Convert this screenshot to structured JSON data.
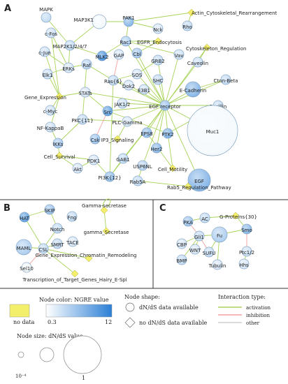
{
  "panels": {
    "a": {
      "letter": "A",
      "nodes": [
        {
          "id": "mapk",
          "label": "MAPK",
          "shade": 0.3,
          "r": "s"
        },
        {
          "id": "map3k1",
          "label": "MAP3K1",
          "shade": 0.05,
          "r": "l"
        },
        {
          "id": "pak1",
          "label": "PAK1",
          "shade": 0.6,
          "r": "s"
        },
        {
          "id": "actin",
          "label": "Actin_Cytoskeletal_Rearrangement",
          "pathway": true
        },
        {
          "id": "cfos",
          "label": "c-Fos",
          "shade": 0.25,
          "r": "s"
        },
        {
          "id": "nck",
          "label": "Nck",
          "shade": 0.2,
          "r": "s"
        },
        {
          "id": "rho",
          "label": "Rho",
          "shade": 0.3,
          "r": "s"
        },
        {
          "id": "rac1",
          "label": "Rac1",
          "shade": 0.4,
          "r": "s"
        },
        {
          "id": "egfrendo",
          "label": "EGFR_Endocytosis",
          "pathway": true
        },
        {
          "id": "cjun",
          "label": "c-Jun",
          "shade": 0.25,
          "r": "s"
        },
        {
          "id": "map2k",
          "label": "MAP2K1/2/4/7",
          "shade": 0.3,
          "r": "s"
        },
        {
          "id": "mlk2",
          "label": "MLK2",
          "shade": 0.9,
          "r": "s"
        },
        {
          "id": "gap",
          "label": "GAP",
          "shade": 0.2,
          "r": "s"
        },
        {
          "id": "cbl",
          "label": "Cbl",
          "shade": 0.45,
          "r": "s"
        },
        {
          "id": "vav",
          "label": "Vav",
          "shade": 0.25,
          "r": "s"
        },
        {
          "id": "cytoreg",
          "label": "Cytoskeleton_Regulation",
          "pathway": true
        },
        {
          "id": "raf",
          "label": "Raf",
          "shade": 0.35,
          "r": "s"
        },
        {
          "id": "grb2",
          "label": "GRB2",
          "shade": 0.3,
          "r": "s"
        },
        {
          "id": "caveolin",
          "label": "Caveolin",
          "shade": 0.25,
          "r": "s"
        },
        {
          "id": "elk1",
          "label": "Elk1",
          "shade": 0.25,
          "r": "s"
        },
        {
          "id": "erks",
          "label": "ERKs",
          "shade": 0.2,
          "r": "s"
        },
        {
          "id": "sos",
          "label": "SOS",
          "shade": 0.2,
          "r": "s"
        },
        {
          "id": "ras",
          "label": "Ras{6}",
          "shade": 0.3,
          "r": "s"
        },
        {
          "id": "dok2",
          "label": "Dok2",
          "shade": 0.2,
          "r": "s"
        },
        {
          "id": "shc",
          "label": "SHC",
          "shade": 0.3,
          "r": "s"
        },
        {
          "id": "ctnnbeta",
          "label": "Ctnn-Beta",
          "shade": 0.3,
          "r": "s"
        },
        {
          "id": "geneexp",
          "label": "Gene_Expression",
          "pathway": true
        },
        {
          "id": "stats",
          "label": "STATs",
          "shade": 0.2,
          "r": "s"
        },
        {
          "id": "e3b1",
          "label": "E3B1",
          "shade": 0.25,
          "r": "s"
        },
        {
          "id": "ecad",
          "label": "E-Cadherin",
          "shade": 0.6,
          "r": "m"
        },
        {
          "id": "cmyc",
          "label": "c-Myc",
          "shade": 0.25,
          "r": "s"
        },
        {
          "id": "jak12",
          "label": "JAK1/2",
          "shade": 0.25,
          "r": "s"
        },
        {
          "id": "egfr",
          "label": "EGF receptor",
          "shade": 0.5,
          "r": "s"
        },
        {
          "id": "paxillin",
          "label": "Paxillin",
          "shade": 0.3,
          "r": "s"
        },
        {
          "id": "pkc",
          "label": "PKC{11}",
          "shade": 0.3,
          "r": "s"
        },
        {
          "id": "src",
          "label": "Src",
          "shade": 0.8,
          "r": "s"
        },
        {
          "id": "nfkb",
          "label": "NF-KappaB",
          "shade": 0.25,
          "r": "s"
        },
        {
          "id": "plcg",
          "label": "PLC-Gamma",
          "shade": 0.2,
          "r": "s"
        },
        {
          "id": "muc1",
          "label": "Muc1",
          "shade": 0.05,
          "r": "xl"
        },
        {
          "id": "ikks",
          "label": "IKKs",
          "shade": 0.45,
          "r": "s"
        },
        {
          "id": "csk",
          "label": "Csk",
          "shade": 0.5,
          "r": "s"
        },
        {
          "id": "ip3",
          "label": "IP3_Signaling",
          "pathway": true
        },
        {
          "id": "eps8",
          "label": "EPS8",
          "shade": 0.55,
          "r": "s"
        },
        {
          "id": "ptk2",
          "label": "PTK2",
          "shade": 0.65,
          "r": "s"
        },
        {
          "id": "cellsurv",
          "label": "Cell_Survival",
          "pathway": true
        },
        {
          "id": "her2",
          "label": "Her2",
          "shade": 0.6,
          "r": "s"
        },
        {
          "id": "pdk1",
          "label": "PDK1",
          "shade": 0.2,
          "r": "s"
        },
        {
          "id": "gab1",
          "label": "GAB1",
          "shade": 0.3,
          "r": "s"
        },
        {
          "id": "usp6nl",
          "label": "USP6NL",
          "shade": 0.35,
          "r": "s"
        },
        {
          "id": "cellmot",
          "label": "Cell_Motility",
          "pathway": true
        },
        {
          "id": "egf",
          "label": "EGF",
          "shade": 0.6,
          "r": "l2"
        },
        {
          "id": "akt",
          "label": "Akt",
          "shade": 0.2,
          "r": "s"
        },
        {
          "id": "pi3k",
          "label": "PI3K{12}",
          "shade": 0.55,
          "r": "s"
        },
        {
          "id": "rab5a",
          "label": "Rab5A",
          "shade": 0.3,
          "r": "s"
        },
        {
          "id": "rab5reg",
          "label": "Rab5_Regulation_Pathway",
          "pathway": true
        }
      ],
      "edges": [
        [
          "egfr",
          "egf",
          "a"
        ],
        [
          "egfr",
          "muc1",
          "a"
        ],
        [
          "egfr",
          "src",
          "a"
        ],
        [
          "egfr",
          "her2",
          "a"
        ],
        [
          "egfr",
          "ptk2",
          "a"
        ],
        [
          "egfr",
          "eps8",
          "a"
        ],
        [
          "egfr",
          "ecad",
          "a"
        ],
        [
          "egfr",
          "caveolin",
          "a"
        ],
        [
          "egfr",
          "cbl",
          "a"
        ],
        [
          "egfr",
          "grb2",
          "a"
        ],
        [
          "egfr",
          "shc",
          "a"
        ],
        [
          "egfr",
          "e3b1",
          "a"
        ],
        [
          "egfr",
          "jak12",
          "a"
        ],
        [
          "egfr",
          "stats",
          "a"
        ],
        [
          "egfr",
          "plcg",
          "a"
        ],
        [
          "egfr",
          "gab1",
          "a"
        ],
        [
          "egfr",
          "pi3k",
          "a"
        ],
        [
          "egfr",
          "vav",
          "a"
        ],
        [
          "egfr",
          "paxillin",
          "a"
        ],
        [
          "egfr",
          "cytoreg",
          "a"
        ],
        [
          "egfr",
          "dok2",
          "a"
        ],
        [
          "egfr",
          "rac1",
          "a"
        ],
        [
          "egfr",
          "ctnnbeta",
          "a"
        ],
        [
          "egfr",
          "usp6nl",
          "a"
        ],
        [
          "egfr",
          "ras",
          "a"
        ],
        [
          "egfr",
          "sos",
          "a"
        ],
        [
          "mapk",
          "map2k",
          "a"
        ],
        [
          "map3k1",
          "map2k",
          "a"
        ],
        [
          "map2k",
          "erks",
          "a"
        ],
        [
          "raf",
          "erks",
          "a"
        ],
        [
          "erks",
          "elk1",
          "a"
        ],
        [
          "erks",
          "cjun",
          "a"
        ],
        [
          "erks",
          "cfos",
          "a"
        ],
        [
          "elk1",
          "geneexp",
          "a"
        ],
        [
          "cfos",
          "geneexp",
          "a"
        ],
        [
          "cjun",
          "geneexp",
          "a"
        ],
        [
          "cmyc",
          "geneexp",
          "a"
        ],
        [
          "stats",
          "geneexp",
          "a"
        ],
        [
          "nfkb",
          "geneexp",
          "a"
        ],
        [
          "pak1",
          "map3k1",
          "a"
        ],
        [
          "rac1",
          "pak1",
          "a"
        ],
        [
          "nck",
          "pak1",
          "a"
        ],
        [
          "rac1",
          "mlk2",
          "a"
        ],
        [
          "mlk2",
          "map2k",
          "a"
        ],
        [
          "ras",
          "raf",
          "a"
        ],
        [
          "gap",
          "ras",
          "i"
        ],
        [
          "sos",
          "ras",
          "a"
        ],
        [
          "grb2",
          "sos",
          "a"
        ],
        [
          "rho",
          "actin",
          "a"
        ],
        [
          "actin",
          "pak1",
          "a"
        ],
        [
          "cbl",
          "egfrendo",
          "a"
        ],
        [
          "egfrendo",
          "rac1",
          "a"
        ],
        [
          "caveolin",
          "cytoreg",
          "a"
        ],
        [
          "vav",
          "rac1",
          "a"
        ],
        [
          "ras",
          "pi3k",
          "a"
        ],
        [
          "pkc",
          "raf",
          "a"
        ],
        [
          "plcg",
          "pkc",
          "a"
        ],
        [
          "plcg",
          "ip3",
          "a"
        ],
        [
          "src",
          "csk",
          "i"
        ],
        [
          "ikks",
          "nfkb",
          "a"
        ],
        [
          "pkc",
          "ikks",
          "a"
        ],
        [
          "pi3k",
          "pdk1",
          "a"
        ],
        [
          "pdk1",
          "akt",
          "a"
        ],
        [
          "akt",
          "cellsurv",
          "a"
        ],
        [
          "pdk1",
          "cellsurv",
          "a"
        ],
        [
          "ikks",
          "cellsurv",
          "a"
        ],
        [
          "gab1",
          "pi3k",
          "a"
        ],
        [
          "usp6nl",
          "rab5a",
          "a"
        ],
        [
          "rab5a",
          "rab5reg",
          "a"
        ],
        [
          "ptk2",
          "cellmot",
          "a"
        ],
        [
          "eps8",
          "cellmot",
          "a"
        ],
        [
          "ptk2",
          "paxillin",
          "a"
        ],
        [
          "ctnnbeta",
          "ecad",
          "a"
        ],
        [
          "src",
          "ptk2",
          "a"
        ],
        [
          "src",
          "stats",
          "a"
        ],
        [
          "dok2",
          "ras",
          "a"
        ]
      ]
    },
    "b": {
      "letter": "B",
      "nodes": [
        {
          "id": "skip",
          "label": "SKIP",
          "shade": 0.5,
          "r": "s"
        },
        {
          "id": "hat",
          "label": "HAT",
          "shade": 0.8,
          "r": "s"
        },
        {
          "id": "fng",
          "label": "Fng",
          "shade": 0.3,
          "r": "s"
        },
        {
          "id": "gsec1",
          "label": "Gamma-secretase",
          "pathway": true
        },
        {
          "id": "notch",
          "label": "Notch",
          "shade": 0.3,
          "r": "s"
        },
        {
          "id": "gsec2",
          "label": "gamma_Secretase",
          "pathway": true
        },
        {
          "id": "maml",
          "label": "MAML",
          "shade": 0.4,
          "r": "m"
        },
        {
          "id": "csl",
          "label": "CSL",
          "shade": 0.3,
          "r": "s"
        },
        {
          "id": "smrt",
          "label": "SMRT",
          "shade": 0.3,
          "r": "s"
        },
        {
          "id": "tace",
          "label": "TACE",
          "shade": 0.2,
          "r": "s"
        },
        {
          "id": "sel10",
          "label": "Sel10",
          "shade": 0.05,
          "r": "s"
        },
        {
          "id": "chromrem",
          "label": "Gene_Expression_Chromatin_Remodeling",
          "pathway": true
        },
        {
          "id": "hairy",
          "label": "Transcription_of_Target_Genes_Hairy_E-Spl",
          "pathway": true
        }
      ],
      "edges": [
        [
          "skip",
          "notch",
          "a"
        ],
        [
          "skip",
          "hat",
          "a"
        ],
        [
          "hat",
          "csl",
          "a"
        ],
        [
          "notch",
          "csl",
          "a"
        ],
        [
          "maml",
          "csl",
          "a"
        ],
        [
          "csl",
          "smrt",
          "a"
        ],
        [
          "sel10",
          "csl",
          "i"
        ],
        [
          "csl",
          "chromrem",
          "a"
        ],
        [
          "csl",
          "hairy",
          "a"
        ],
        [
          "gsec1",
          "gsec2",
          "a"
        ],
        [
          "gsec1",
          "gsec1",
          "a"
        ]
      ]
    },
    "c": {
      "letter": "C",
      "nodes": [
        {
          "id": "pka",
          "label": "PKA",
          "shade": 0.5,
          "r": "s"
        },
        {
          "id": "ac",
          "label": "AC",
          "shade": 0.3,
          "r": "s"
        },
        {
          "id": "gprot",
          "label": "G-Proteins{30}",
          "pathway": true
        },
        {
          "id": "fu",
          "label": "Fu",
          "shade": 0.4,
          "r": "m"
        },
        {
          "id": "smo",
          "label": "Smo",
          "shade": 0.6,
          "r": "s"
        },
        {
          "id": "gli1",
          "label": "Gli1",
          "shade": 0.3,
          "r": "s"
        },
        {
          "id": "cbp",
          "label": "CBP",
          "shade": 0.2,
          "r": "s"
        },
        {
          "id": "wnt",
          "label": "WNT",
          "shade": 0.2,
          "r": "s"
        },
        {
          "id": "sufu",
          "label": "SUFU",
          "shade": 0.3,
          "r": "s"
        },
        {
          "id": "ptc12",
          "label": "Ptc1/2",
          "shade": 0.25,
          "r": "s"
        },
        {
          "id": "bmp",
          "label": "BMP",
          "shade": 0.3,
          "r": "s"
        },
        {
          "id": "tubulin",
          "label": "Tubulin",
          "shade": 0.2,
          "r": "s"
        },
        {
          "id": "hhs",
          "label": "Hhs",
          "shade": 0.2,
          "r": "s"
        }
      ],
      "edges": [
        [
          "pka",
          "gli1",
          "i"
        ],
        [
          "ac",
          "pka",
          "a"
        ],
        [
          "gprot",
          "ac",
          "a"
        ],
        [
          "smo",
          "gprot",
          "a"
        ],
        [
          "smo",
          "fu",
          "a"
        ],
        [
          "fu",
          "gli1",
          "a"
        ],
        [
          "sufu",
          "gli1",
          "i"
        ],
        [
          "fu",
          "sufu",
          "a"
        ],
        [
          "gli1",
          "cbp",
          "a"
        ],
        [
          "gli1",
          "wnt",
          "a"
        ],
        [
          "gli1",
          "bmp",
          "a"
        ],
        [
          "fu",
          "tubulin",
          "a"
        ],
        [
          "ptc12",
          "smo",
          "i"
        ],
        [
          "hhs",
          "ptc12",
          "a"
        ]
      ]
    }
  },
  "legend": {
    "color_title": "Node color: NGRE value",
    "nodata_label": "no data",
    "scale_min": "0.3",
    "scale_max": "12",
    "size_title": "Node size: dN/dS value",
    "size_min": "10⁻⁴",
    "size_max": "1",
    "shape_title": "Node shape:",
    "shape_circle": "dN/dS data available",
    "shape_diamond": "no dN/dS data available",
    "interaction_title": "Interaction type:",
    "interactions": [
      {
        "label": "activation",
        "color": "#a8d35a"
      },
      {
        "label": "inhibition",
        "color": "#f2a0a0"
      },
      {
        "label": "other",
        "color": "#cfcfcf"
      }
    ]
  },
  "colors": {
    "node_light": "#ffffff",
    "node_dark": "#2b7fd6",
    "node_stroke": "#7d9fbf",
    "pathway_diamond": "#f4ef6a",
    "activation": "#a8d35a",
    "inhibition": "#f2a0a0",
    "border": "#333333"
  }
}
